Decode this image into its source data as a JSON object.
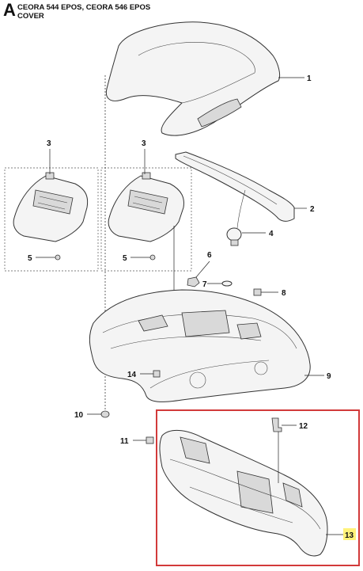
{
  "header": {
    "section_letter": "A",
    "title": "CEORA 544 EPOS, CEORA 546 EPOS",
    "subtitle": "COVER"
  },
  "callouts": [
    {
      "id": "c1",
      "label": "1"
    },
    {
      "id": "c2",
      "label": "2"
    },
    {
      "id": "c3a",
      "label": "3"
    },
    {
      "id": "c3b",
      "label": "3"
    },
    {
      "id": "c4",
      "label": "4"
    },
    {
      "id": "c5a",
      "label": "5"
    },
    {
      "id": "c5b",
      "label": "5"
    },
    {
      "id": "c6",
      "label": "6"
    },
    {
      "id": "c7",
      "label": "7"
    },
    {
      "id": "c8",
      "label": "8"
    },
    {
      "id": "c9",
      "label": "9"
    },
    {
      "id": "c10",
      "label": "10"
    },
    {
      "id": "c11",
      "label": "11"
    },
    {
      "id": "c12",
      "label": "12"
    },
    {
      "id": "c13",
      "label": "13"
    },
    {
      "id": "c14",
      "label": "14"
    }
  ],
  "colors": {
    "highlight_box": "#d23a3a",
    "highlight_label": "#fff27a"
  }
}
